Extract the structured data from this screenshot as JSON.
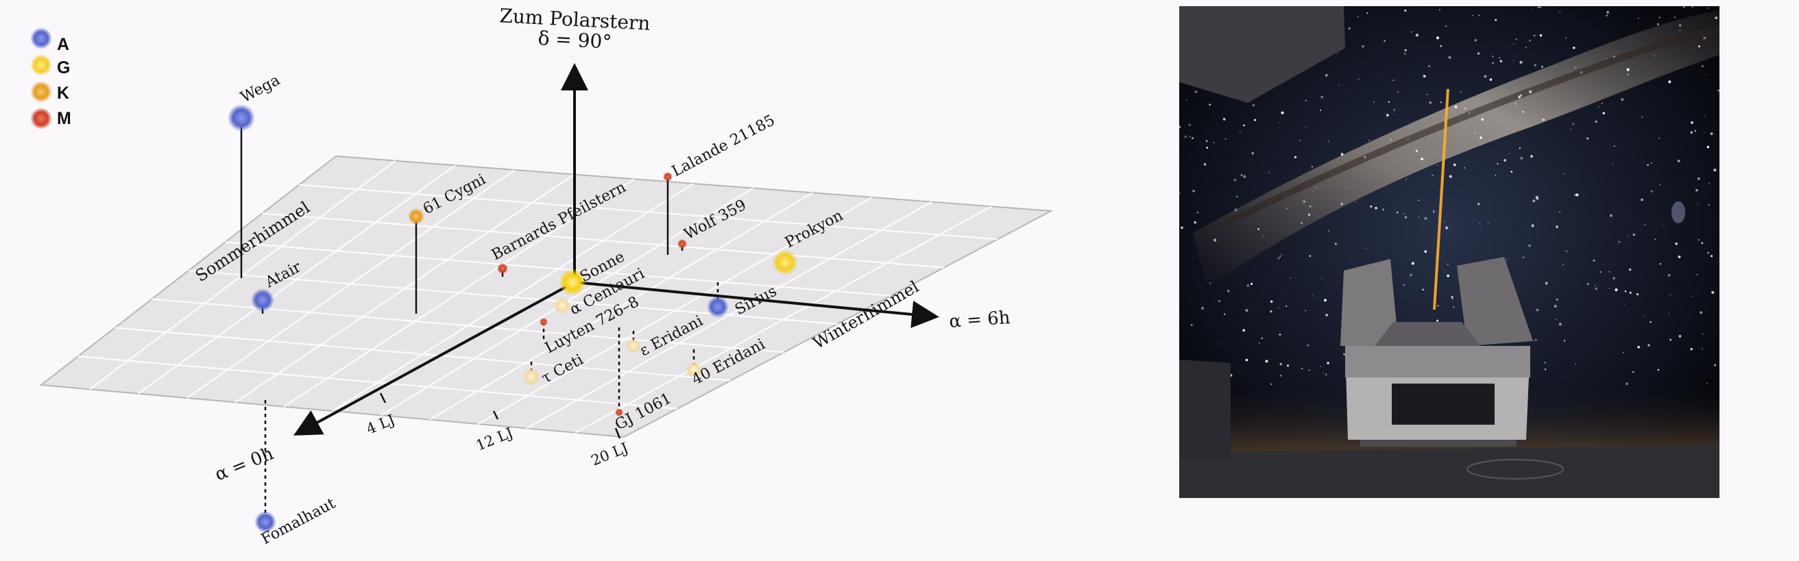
{
  "legend": [
    {
      "label": "A",
      "color": "#5565c8"
    },
    {
      "label": "G",
      "color": "#f2cc2a"
    },
    {
      "label": "K",
      "color": "#e59a26"
    },
    {
      "label": "M",
      "color": "#c8402a"
    }
  ],
  "axes": {
    "up_title": "Zum Polarstern",
    "up_subtitle": "δ = 90°",
    "right_label": "α = 6h",
    "front_label": "α = 0h"
  },
  "regions": {
    "summer": "Sommerhimmel",
    "winter": "Winterhimmel"
  },
  "distance_labels": [
    "4 LJ",
    "12 LJ",
    "20 LJ"
  ],
  "stars": [
    {
      "id": "wega",
      "label": "Wega",
      "type": "A"
    },
    {
      "id": "altair",
      "label": "Atair",
      "type": "A"
    },
    {
      "id": "cygni",
      "label": "61 Cygni",
      "type": "K"
    },
    {
      "id": "barnard",
      "label": "Barnards Pfeilstern",
      "type": "M"
    },
    {
      "id": "sonne",
      "label": "Sonne",
      "type": "G"
    },
    {
      "id": "lalande",
      "label": "Lalande 21185",
      "type": "M"
    },
    {
      "id": "wolf",
      "label": "Wolf 359",
      "type": "M"
    },
    {
      "id": "prokyon",
      "label": "Prokyon",
      "type": "G"
    },
    {
      "id": "acentauri",
      "label": "α Centauri",
      "type": "G"
    },
    {
      "id": "luyten",
      "label": "Luyten 726–8",
      "type": "M"
    },
    {
      "id": "sirius",
      "label": "Sirius",
      "type": "A"
    },
    {
      "id": "eeridani",
      "label": "ε Eridani",
      "type": "K"
    },
    {
      "id": "tceti",
      "label": "τ Ceti",
      "type": "G"
    },
    {
      "id": "gj1061",
      "label": "GJ 1061",
      "type": "M"
    },
    {
      "id": "eridani40",
      "label": "40 Eridani",
      "type": "K"
    },
    {
      "id": "fomalhaut",
      "label": "Fomalhaut",
      "type": "A"
    }
  ],
  "photo": {
    "subject": "observatory dome under the Milky Way with a laser beam"
  }
}
